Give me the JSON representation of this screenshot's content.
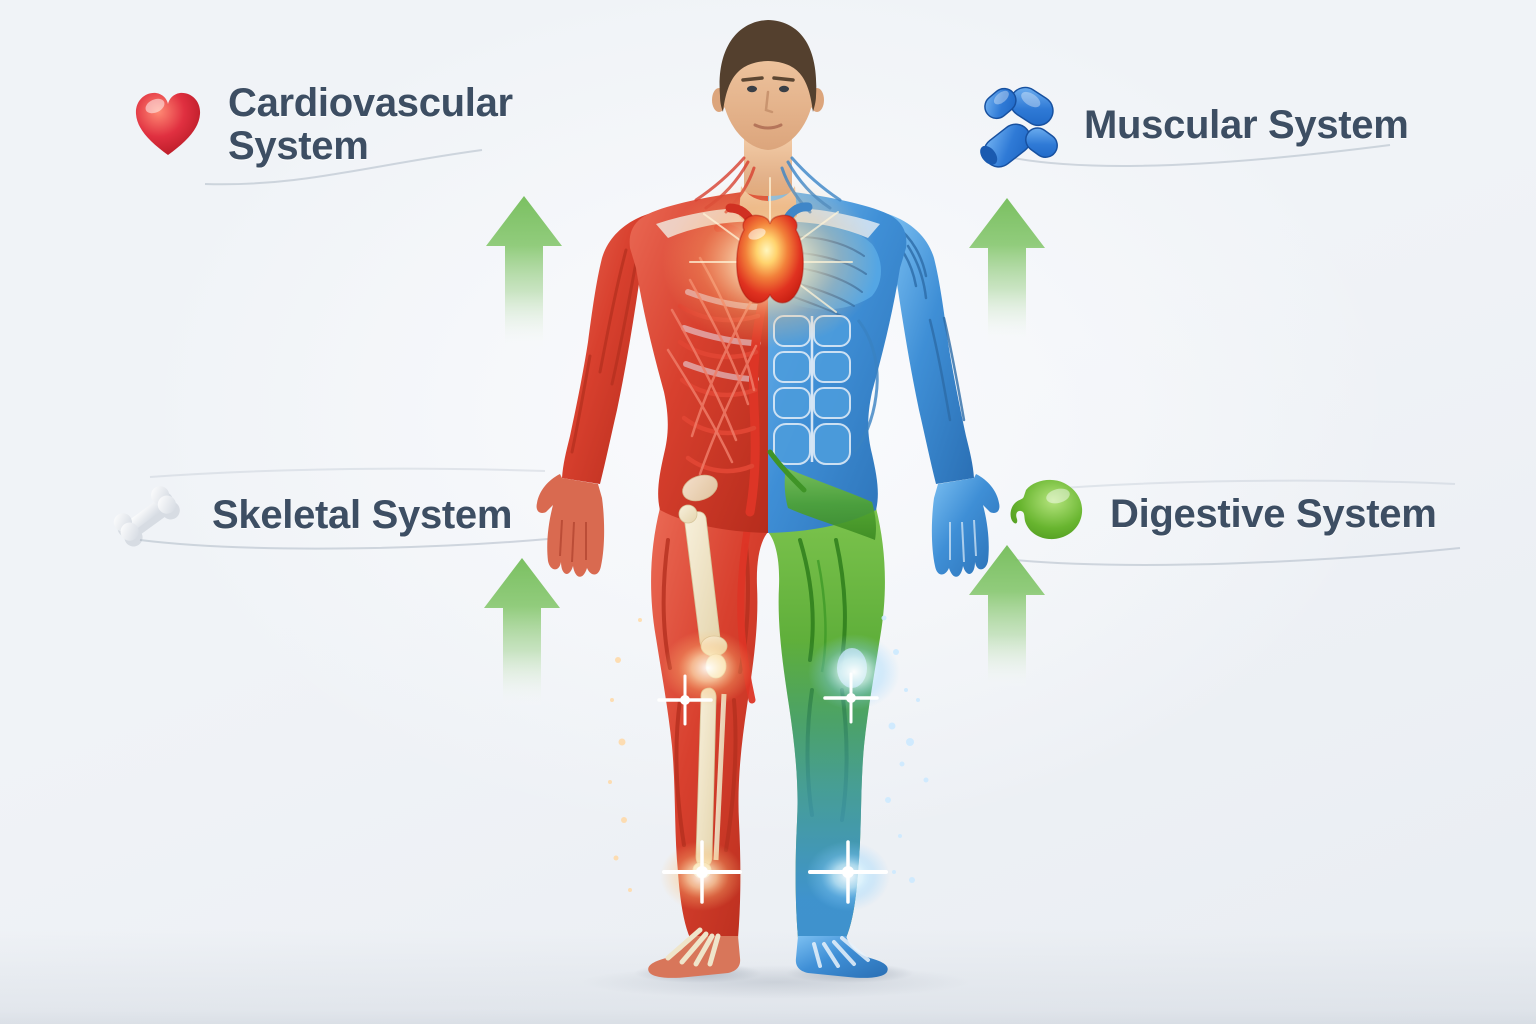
{
  "title": "Body systems anatomy infographic",
  "labels": {
    "cardiovascular": {
      "line1": "Cardiovascular",
      "line2": "System",
      "icon": "heart-icon",
      "icon_color": "#d8232e"
    },
    "muscular": {
      "text": "Muscular System",
      "icon": "crossed-muscles-icon",
      "icon_color": "#2470cb"
    },
    "skeletal": {
      "text": "Skeletal System",
      "icon": "bone-icon",
      "icon_color": "#f4f6f8"
    },
    "digestive": {
      "text": "Digestive System",
      "icon": "stomach-icon",
      "icon_color": "#5fae28"
    }
  },
  "label_text_color": "#3d4e63",
  "arrows": {
    "count": 4,
    "direction": "up",
    "color_top": "#74bd59",
    "style": "fades to transparent at bottom"
  },
  "figure": {
    "type": "anatomical-male-front-view",
    "systems_shown": [
      "cardiovascular - red network, viewer-left half with glowing heart",
      "muscular - blue striated muscles, viewer-right half",
      "digestive - green region on right abdomen and right thigh",
      "skeletal - beige bones in left leg, blue skeletal foot on right"
    ],
    "colors": {
      "cardiovascular_red": "#d8402e",
      "muscular_blue": "#3f8fd6",
      "digestive_green": "#4ea32f",
      "skeletal_bone": "#efe3c6",
      "skin": "#e6b38d",
      "hair": "#54402e",
      "heart_glow": "#ffe9b8",
      "joint_glow_warm": "#ffc27a",
      "joint_glow_cool": "#8ed2ff"
    }
  }
}
